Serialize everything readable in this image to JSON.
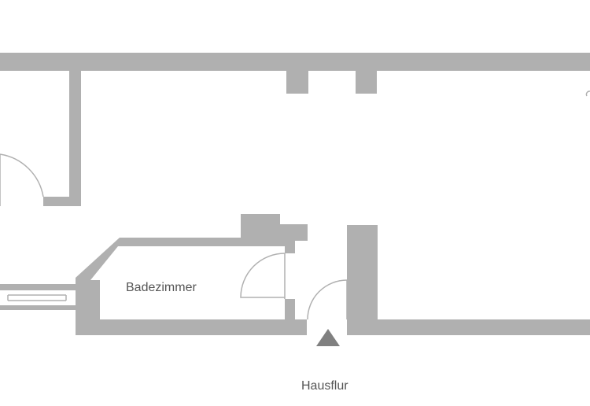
{
  "rooms": {
    "bathroom_label": "Badezimmer",
    "hallway_label": "Hausflur"
  },
  "colors": {
    "wall": "#b0b0b0",
    "text": "#555555",
    "entrance_marker": "#808080",
    "background": "#ffffff"
  },
  "icons": {
    "entrance": "triangle-up-arrow"
  }
}
